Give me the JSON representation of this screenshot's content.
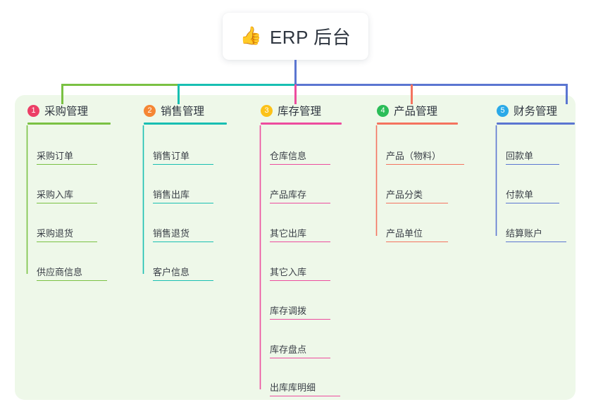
{
  "root": {
    "icon": "thumbs-up-emoji",
    "emoji": "👍",
    "title": "ERP 后台"
  },
  "palette": {
    "panel_bg": "#eef8e9",
    "page_bg": "#ffffff",
    "text": "#2f3640",
    "leaf_text": "#3a3f47"
  },
  "columns": [
    {
      "index": "1",
      "title": "采购管理",
      "badge_color": "#ec3f66",
      "line_color": "#7ac143",
      "items": [
        {
          "label": "采购订单"
        },
        {
          "label": "采购入库"
        },
        {
          "label": "采购退货"
        },
        {
          "label": "供应商信息"
        }
      ]
    },
    {
      "index": "2",
      "title": "销售管理",
      "badge_color": "#f58634",
      "line_color": "#18bfb2",
      "items": [
        {
          "label": "销售订单"
        },
        {
          "label": "销售出库"
        },
        {
          "label": "销售退货"
        },
        {
          "label": "客户信息"
        }
      ]
    },
    {
      "index": "3",
      "title": "库存管理",
      "badge_color": "#fcc219",
      "line_color": "#ed4c9e",
      "items": [
        {
          "label": "仓库信息"
        },
        {
          "label": "产品库存"
        },
        {
          "label": "其它出库"
        },
        {
          "label": "其它入库"
        },
        {
          "label": "库存调拨"
        },
        {
          "label": "库存盘点"
        },
        {
          "label": "出库库明细"
        }
      ]
    },
    {
      "index": "4",
      "title": "产品管理",
      "badge_color": "#2bbd58",
      "line_color": "#f4735f",
      "items": [
        {
          "label": "产品（物料）"
        },
        {
          "label": "产品分类"
        },
        {
          "label": "产品单位"
        }
      ]
    },
    {
      "index": "5",
      "title": "财务管理",
      "badge_color": "#2aa9e8",
      "line_color": "#5b76d1",
      "items": [
        {
          "label": "回款单"
        },
        {
          "label": "付款单"
        },
        {
          "label": "结算账户"
        }
      ]
    }
  ],
  "bus": {
    "segments": [
      {
        "name": "bus-segment-green",
        "color": "#7ac143"
      },
      {
        "name": "bus-segment-teal",
        "color": "#18bfb2"
      },
      {
        "name": "bus-segment-blue",
        "color": "#5b76d1"
      }
    ],
    "stem_color": "#5b76d1"
  }
}
